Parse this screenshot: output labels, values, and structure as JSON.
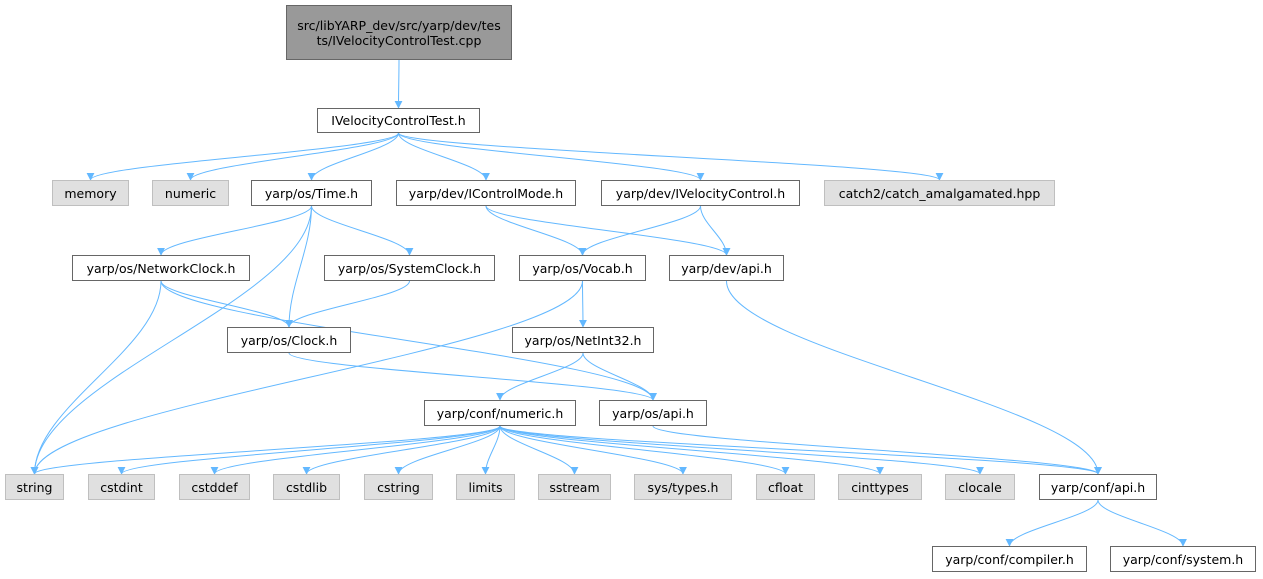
{
  "colors": {
    "edge": "#63b8ff",
    "node_border": "#666666",
    "system_fill": "#e0e0e0",
    "root_fill": "#999999"
  },
  "nodes": {
    "root": "src/libYARP_dev/src/yarp/dev/tests/IVelocityControlTest.cpp",
    "ivct": "IVelocityControlTest.h",
    "memory": "memory",
    "numeric": "numeric",
    "time": "yarp/os/Time.h",
    "icm": "yarp/dev/IControlMode.h",
    "ivc": "yarp/dev/IVelocityControl.h",
    "catch2": "catch2/catch_amalgamated.hpp",
    "netclock": "yarp/os/NetworkClock.h",
    "sysclock": "yarp/os/SystemClock.h",
    "vocab": "yarp/os/Vocab.h",
    "devapi": "yarp/dev/api.h",
    "clock": "yarp/os/Clock.h",
    "netint": "yarp/os/NetInt32.h",
    "confnum": "yarp/conf/numeric.h",
    "osapi": "yarp/os/api.h",
    "string": "string",
    "cstdint": "cstdint",
    "cstddef": "cstddef",
    "cstdlib": "cstdlib",
    "cstring": "cstring",
    "limits": "limits",
    "sstream": "sstream",
    "systypes": "sys/types.h",
    "cfloat": "cfloat",
    "cinttypes": "cinttypes",
    "clocale": "clocale",
    "confapi": "yarp/conf/api.h",
    "compiler": "yarp/conf/compiler.h",
    "system": "yarp/conf/system.h"
  },
  "edges": [
    [
      "root",
      "ivct"
    ],
    [
      "ivct",
      "memory"
    ],
    [
      "ivct",
      "numeric"
    ],
    [
      "ivct",
      "time"
    ],
    [
      "ivct",
      "icm"
    ],
    [
      "ivct",
      "ivc"
    ],
    [
      "ivct",
      "catch2"
    ],
    [
      "time",
      "string"
    ],
    [
      "time",
      "netclock"
    ],
    [
      "time",
      "sysclock"
    ],
    [
      "time",
      "clock"
    ],
    [
      "netclock",
      "clock"
    ],
    [
      "netclock",
      "string"
    ],
    [
      "netclock",
      "osapi"
    ],
    [
      "sysclock",
      "clock"
    ],
    [
      "clock",
      "osapi"
    ],
    [
      "icm",
      "vocab"
    ],
    [
      "icm",
      "devapi"
    ],
    [
      "ivc",
      "vocab"
    ],
    [
      "ivc",
      "devapi"
    ],
    [
      "vocab",
      "string"
    ],
    [
      "vocab",
      "netint"
    ],
    [
      "netint",
      "confnum"
    ],
    [
      "netint",
      "osapi"
    ],
    [
      "devapi",
      "confapi"
    ],
    [
      "osapi",
      "confapi"
    ],
    [
      "confnum",
      "string"
    ],
    [
      "confnum",
      "cstdint"
    ],
    [
      "confnum",
      "cstddef"
    ],
    [
      "confnum",
      "cstdlib"
    ],
    [
      "confnum",
      "cstring"
    ],
    [
      "confnum",
      "limits"
    ],
    [
      "confnum",
      "sstream"
    ],
    [
      "confnum",
      "systypes"
    ],
    [
      "confnum",
      "cfloat"
    ],
    [
      "confnum",
      "cinttypes"
    ],
    [
      "confnum",
      "clocale"
    ],
    [
      "confnum",
      "confapi"
    ],
    [
      "confapi",
      "compiler"
    ],
    [
      "confapi",
      "system"
    ]
  ]
}
